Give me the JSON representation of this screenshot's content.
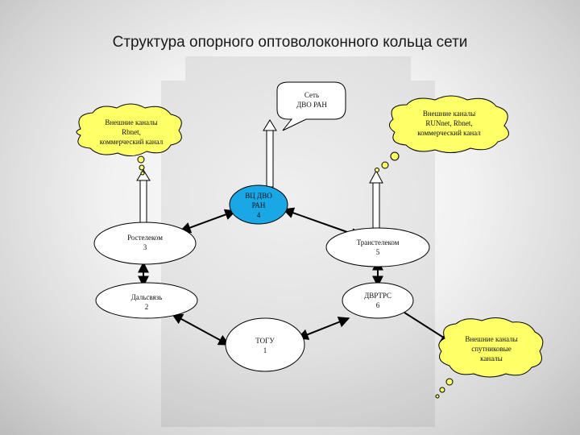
{
  "title": "Структура опорного оптоволоконного кольца сети",
  "nodes": {
    "center": {
      "line1": "ВЦ ДВО",
      "line2": "РАН",
      "num": "4"
    },
    "rostelecom": {
      "line1": "Ростелеком",
      "num": "3"
    },
    "transtelecom": {
      "line1": "Транстелеком",
      "num": "5"
    },
    "dalsvyaz": {
      "line1": "Дальсвязь",
      "num": "2"
    },
    "dvrtrs": {
      "line1": "ДВРТРС",
      "num": "6"
    },
    "togu": {
      "line1": "ТОГУ",
      "num": "1"
    }
  },
  "clouds": {
    "top": {
      "line1": "Сеть",
      "line2": "ДВО РАН"
    },
    "left": {
      "line1": "Внешние каналы",
      "line2": "Rbnet,",
      "line3": "коммерческий канал"
    },
    "right": {
      "line1": "Внешние каналы",
      "line2": "RUNnet, Rbnet,",
      "line3": "коммерческий канал"
    },
    "bottom": {
      "line1": "Внешние каналы",
      "line2": "спутниковые",
      "line3": "каналы"
    }
  },
  "colors": {
    "node_fill": "#ffffff",
    "center_fill": "#1aa7e6",
    "cloud_yellow": "#ffff66",
    "stroke": "#000000"
  }
}
